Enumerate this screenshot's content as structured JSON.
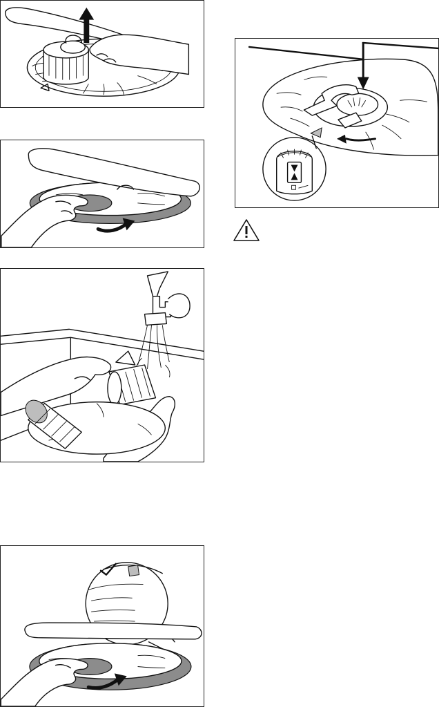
{
  "figures": [
    {
      "icon": "filter-remove-illustration"
    },
    {
      "icon": "flat-filter-remove-illustration"
    },
    {
      "icon": "filter-rinse-illustration"
    },
    {
      "icon": "flat-filter-refit-illustration"
    },
    {
      "icon": "filter-lock-illustration"
    }
  ],
  "warning": {
    "icon": "warning-icon"
  },
  "colors": {
    "line": "#111111",
    "arrow": "#111111",
    "flat_filter": "#8c8c8c"
  }
}
